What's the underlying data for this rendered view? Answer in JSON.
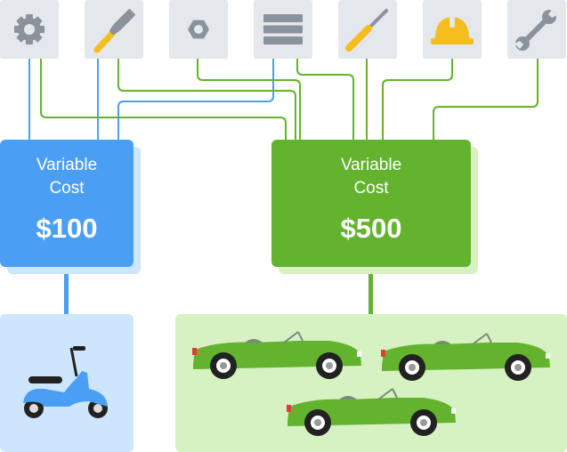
{
  "tools": [
    {
      "icon": "gear-icon"
    },
    {
      "icon": "hammer-icon"
    },
    {
      "icon": "hex-nut-icon"
    },
    {
      "icon": "stacked-bars-icon"
    },
    {
      "icon": "screwdriver-icon"
    },
    {
      "icon": "hard-hat-icon"
    },
    {
      "icon": "wrench-icon"
    }
  ],
  "cards": {
    "blue": {
      "title": "Variable\nCost",
      "price": "$100",
      "color": "#4a9ff5"
    },
    "green": {
      "title": "Variable\nCost",
      "price": "$500",
      "color": "#63b32e"
    }
  },
  "vehicles": {
    "blue_panel": [
      {
        "icon": "scooter-icon"
      }
    ],
    "green_panel": [
      {
        "icon": "convertible-car-icon"
      },
      {
        "icon": "convertible-car-icon"
      },
      {
        "icon": "convertible-car-icon"
      }
    ]
  },
  "colors": {
    "tile_bg": "#e4e7ec",
    "tool_gray": "#8a929c",
    "tool_yellow": "#f5be1c",
    "blue_line": "#4a9ff5",
    "green_line": "#63b32e",
    "blue_panel": "#cde6fd",
    "green_panel": "#d6f2c2"
  }
}
